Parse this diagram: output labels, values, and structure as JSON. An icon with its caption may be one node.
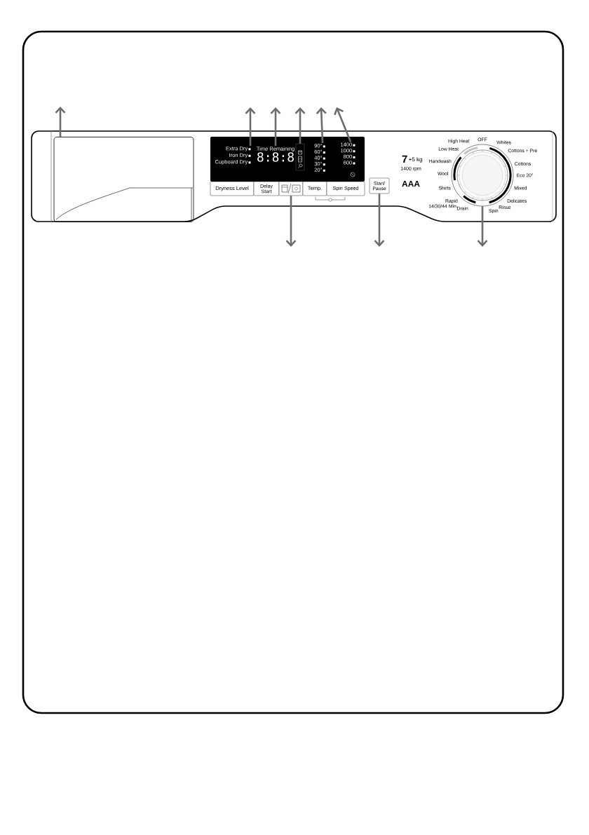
{
  "diagram": {
    "nodes": [
      {
        "text": [],
        "shape": "box"
      },
      {
        "text": [
          "Extra Dry",
          "Iron Dry",
          "Cupboard Dry"
        ]
      },
      {
        "text": [
          "Time Remaining",
          "8:8:8"
        ]
      },
      {
        "text": [],
        "shape": "box"
      },
      {
        "text": [
          "90°",
          "60°",
          "40°",
          "30°",
          "20°"
        ]
      },
      {
        "text": [
          "1400",
          "1000",
          "800",
          "600"
        ]
      },
      {
        "text": [
          "Dryness Level"
        ]
      },
      {
        "text": [
          "Delay Start"
        ]
      },
      {
        "text": [],
        "shape": "box"
      },
      {
        "text": [
          "Temp."
        ]
      },
      {
        "text": [
          "Spin Speed"
        ]
      },
      {
        "text": [
          "Start/ Pause"
        ]
      },
      {
        "text": [],
        "shape": "circle"
      }
    ],
    "edges": [
      {
        "from": 0,
        "to": null,
        "arrow": "to"
      },
      {
        "from": 1,
        "to": null,
        "arrow": "to"
      },
      {
        "from": 2,
        "to": null,
        "arrow": "to"
      },
      {
        "from": 3,
        "to": null,
        "arrow": "to"
      },
      {
        "from": 4,
        "to": null,
        "arrow": "to"
      },
      {
        "from": 5,
        "to": null,
        "arrow": "to"
      },
      {
        "from": 8,
        "to": null,
        "arrow": "to"
      },
      {
        "from": 11,
        "to": null,
        "arrow": "to"
      },
      {
        "from": 12,
        "to": null,
        "arrow": "to"
      }
    ],
    "labels": [
      "7",
      "+5 kg",
      "1400 rpm",
      "AAA",
      "High Heat",
      "OFF",
      "Whites",
      "Low Heat",
      "Cottons + Pre",
      "Handwash",
      "Cottons",
      "Wool",
      "Eco 20°",
      "Shirts",
      "Mixed",
      "Rapid 14/30/44 Min.",
      "Delicates",
      "Drain",
      "Spin",
      "Rinse"
    ]
  }
}
